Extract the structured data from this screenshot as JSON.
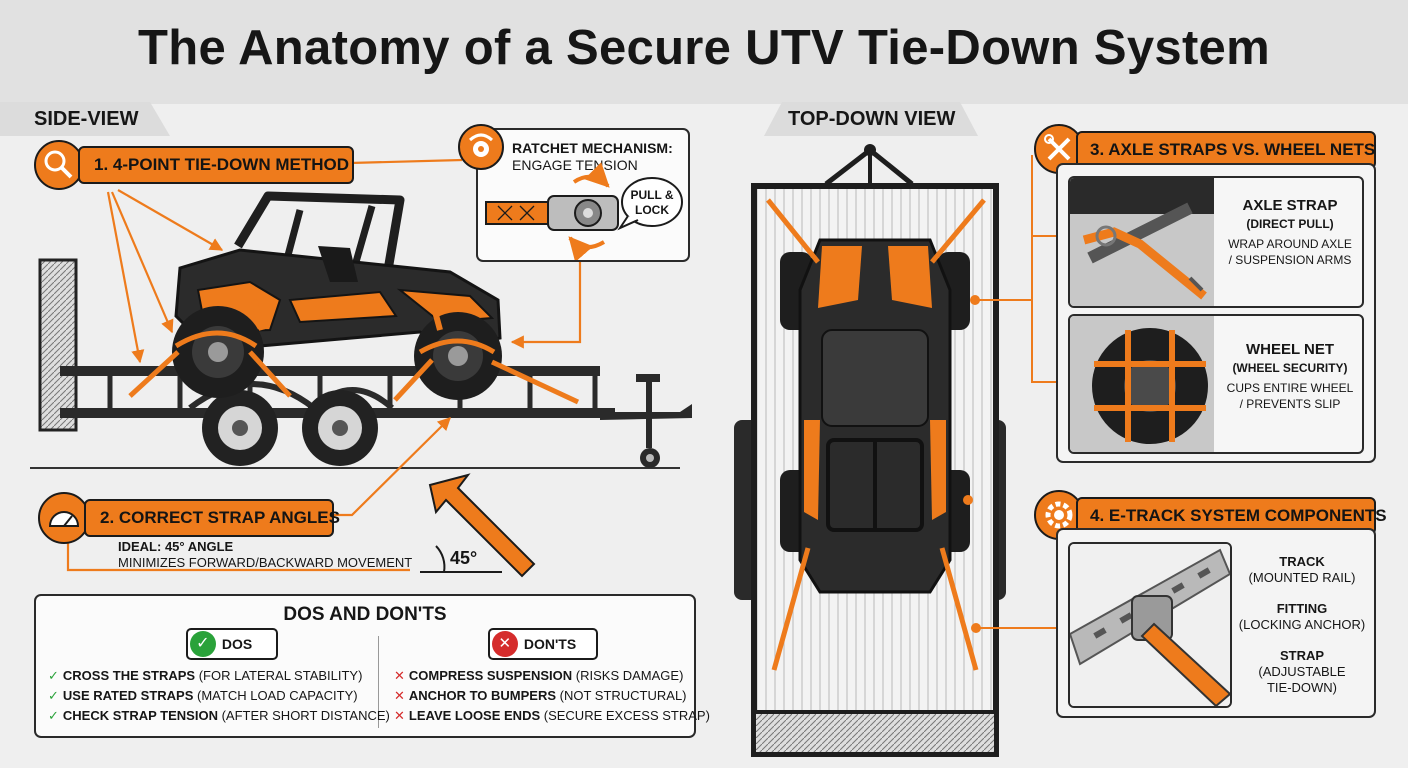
{
  "title": "The Anatomy of a Secure UTV Tie-Down System",
  "side_view": {
    "label": "SIDE-VIEW",
    "section1": "1. 4-POINT TIE-DOWN METHOD",
    "ratchet": {
      "title": "RATCHET MECHANISM:",
      "subtitle": "ENGAGE TENSION",
      "bubble_line1": "PULL &",
      "bubble_line2": "LOCK"
    },
    "section2": "2. CORRECT STRAP ANGLES",
    "ideal_line1": "IDEAL: 45° ANGLE",
    "ideal_line2": "MINIMIZES FORWARD/BACKWARD MOVEMENT",
    "angle_label": "45°"
  },
  "top_view": {
    "label": "TOP-DOWN VIEW",
    "section3": "3. AXLE STRAPS VS. WHEEL NETS",
    "axle_strap": {
      "title": "AXLE STRAP",
      "subtitle": "(DIRECT PULL)",
      "line1": "WRAP AROUND AXLE",
      "line2": "/ SUSPENSION ARMS"
    },
    "wheel_net": {
      "title": "WHEEL NET",
      "subtitle": "(WHEEL SECURITY)",
      "line1": "CUPS ENTIRE WHEEL",
      "line2": "/ PREVENTS SLIP"
    },
    "section4": "4. E-TRACK SYSTEM COMPONENTS",
    "etrack": [
      {
        "name": "TRACK",
        "desc1": "(MOUNTED RAIL)",
        "desc2": ""
      },
      {
        "name": "FITTING",
        "desc1": "(LOCKING ANCHOR)",
        "desc2": ""
      },
      {
        "name": "STRAP",
        "desc1": "(ADJUSTABLE",
        "desc2": "TIE-DOWN)"
      }
    ]
  },
  "dos_donts": {
    "title": "DOS AND DON'TS",
    "dos_label": "DOS",
    "donts_label": "DON'TS",
    "check_mark": "✓",
    "cross_mark": "✕",
    "dos": [
      {
        "main": "CROSS THE STRAPS",
        "note": " (FOR LATERAL STABILITY)"
      },
      {
        "main": "USE RATED STRAPS",
        "note": " (MATCH LOAD CAPACITY)"
      },
      {
        "main": "CHECK STRAP TENSION",
        "note": " (AFTER SHORT DISTANCE)"
      }
    ],
    "donts": [
      {
        "main": "COMPRESS SUSPENSION",
        "note": " (RISKS DAMAGE)"
      },
      {
        "main": "ANCHOR TO BUMPERS",
        "note": " (NOT STRUCTURAL)"
      },
      {
        "main": "LEAVE LOOSE ENDS",
        "note": " (SECURE EXCESS STRAP)"
      }
    ]
  },
  "colors": {
    "accent": "#ee7b1c",
    "dark": "#1b1b1b",
    "green": "#2aa23a",
    "red": "#d52c2c"
  }
}
